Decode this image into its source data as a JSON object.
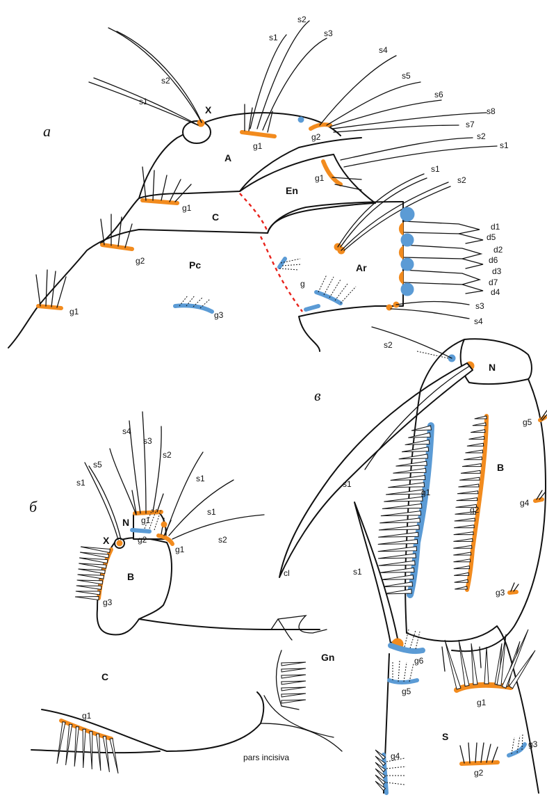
{
  "panels": {
    "a": "a",
    "b": "б",
    "v": "в"
  },
  "colors": {
    "orange": "#f28b1e",
    "blue": "#5b9bd5",
    "dashed_line": "#e8231c"
  },
  "panel_a": {
    "segments": {
      "X": "X",
      "A": "A",
      "En": "En",
      "C": "C",
      "Pc": "Pc",
      "Ar": "Ar"
    },
    "x_setae": {
      "s1": "s1",
      "s2": "s2"
    },
    "a_setae": {
      "s1": "s1",
      "s2": "s2",
      "s3": "s3",
      "s4": "s4",
      "s5": "s5",
      "s6": "s6",
      "s7": "s7",
      "s8": "s8"
    },
    "a_groups": {
      "g1": "g1",
      "g2": "g2"
    },
    "en_setae": {
      "s1": "s1",
      "s2": "s2"
    },
    "en_group": "g1",
    "c_group": "g1",
    "pc_groups": {
      "g1": "g1",
      "g2": "g2",
      "g3": "g3"
    },
    "ar_setae": {
      "s1": "s1",
      "s2": "s2",
      "s3": "s3",
      "s4": "s4"
    },
    "ar_group": "g",
    "ar_d": [
      "d1",
      "d5",
      "d2",
      "d6",
      "d3",
      "d7",
      "d4"
    ]
  },
  "panel_b": {
    "segments": {
      "X": "X",
      "N": "N",
      "B": "B",
      "C": "C",
      "Gn": "Gn"
    },
    "n_setae": [
      "s1",
      "s5",
      "s4",
      "s3",
      "s2"
    ],
    "right_setae": [
      "s1",
      "s1",
      "s2"
    ],
    "groups": {
      "g1a": "g1",
      "g2": "g2",
      "g1b": "g1",
      "g3": "g3",
      "c_g1": "g1"
    },
    "pars": "pars incisiva"
  },
  "panel_v": {
    "segments": {
      "N": "N",
      "B": "B",
      "S": "S"
    },
    "setae": {
      "s2": "s2",
      "s1_claw": "s1",
      "s1_lower": "s1"
    },
    "claw": "cl",
    "b_groups": {
      "g1": "g1",
      "g2": "g2",
      "g3": "g3",
      "g4": "g4",
      "g5": "g5",
      "g6": "g6"
    },
    "s_groups": {
      "g1": "g1",
      "g2": "g2",
      "g3": "g3",
      "g4": "g4",
      "g5": "g5"
    }
  }
}
